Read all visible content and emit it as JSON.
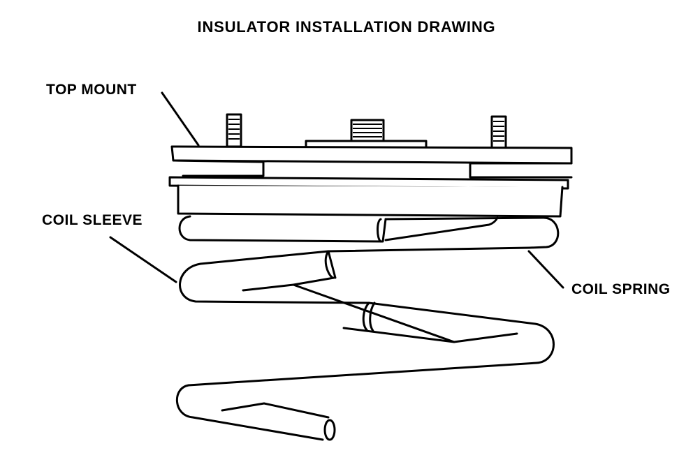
{
  "title": "INSULATOR INSTALLATION DRAWING",
  "labels": {
    "top_mount": "TOP MOUNT",
    "coil_sleeve": "COIL SLEEVE",
    "coil_spring": "COIL SPRING"
  }
}
